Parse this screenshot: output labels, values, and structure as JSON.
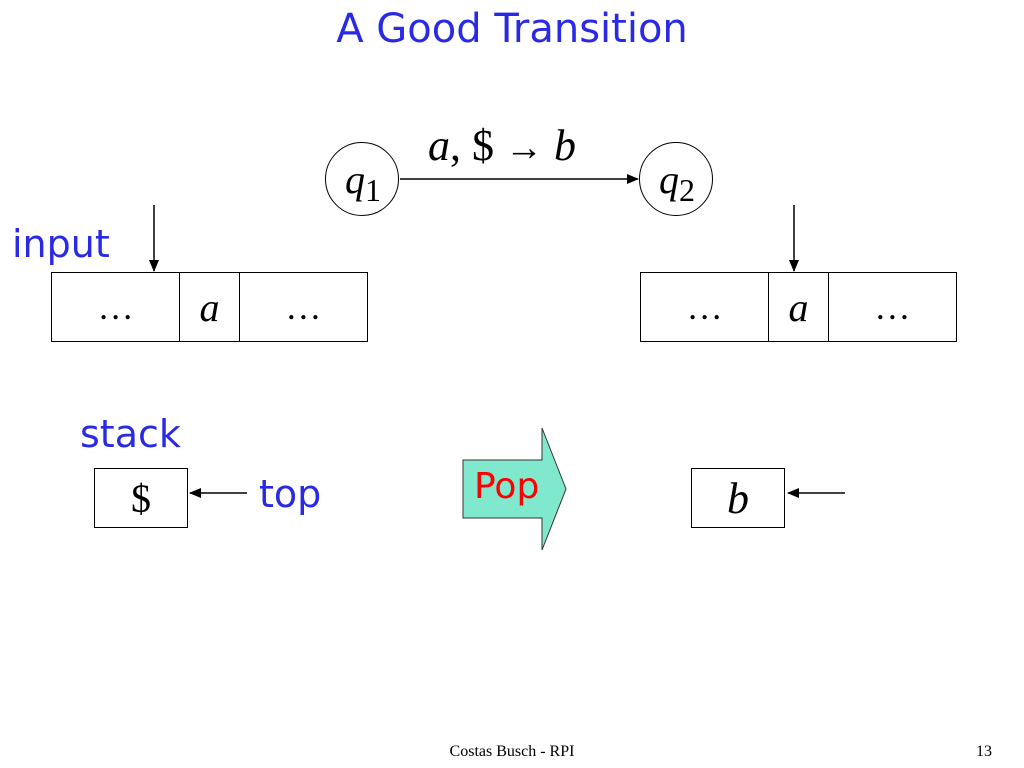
{
  "slide": {
    "title": "A Good Transition",
    "footer": "Costas Busch - RPI",
    "page_number": "13"
  },
  "transition": {
    "from_state": {
      "name": "q",
      "index": "1"
    },
    "to_state": {
      "name": "q",
      "index": "2"
    },
    "label": {
      "read": "a",
      "pop": "$",
      "push": "b",
      "arrow": "→",
      "comma": ","
    }
  },
  "input": {
    "label": "input",
    "left_tape": [
      "…",
      "a",
      "…"
    ],
    "right_tape": [
      "…",
      "a",
      "…"
    ]
  },
  "stack": {
    "label": "stack",
    "before_symbol": "$",
    "after_symbol": "b",
    "top_label": "top"
  },
  "operation": {
    "label": "Pop",
    "arrow_fill": "#80e8cc",
    "text_color": "#ff0000"
  },
  "colors": {
    "title": "#2a2ae6",
    "labels": "#2a2ae6"
  }
}
